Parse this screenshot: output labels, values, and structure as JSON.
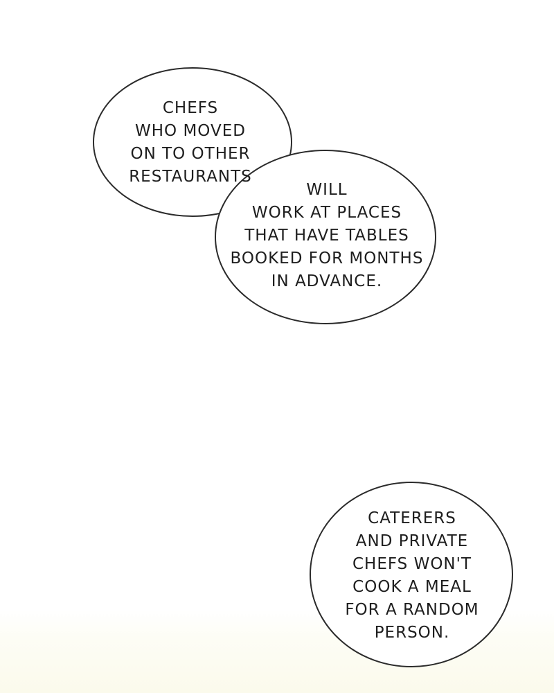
{
  "panel": {
    "background_color": "#ffffff",
    "bubble_fill": "#ffffff",
    "bubble_stroke": "#2b2b2b"
  },
  "bubbles": [
    {
      "lines": [
        "CHEFS",
        "WHO MOVED",
        "ON TO OTHER",
        "RESTAURANTS"
      ]
    },
    {
      "lines": [
        "WILL",
        "WORK AT PLACES",
        "THAT HAVE TABLES",
        "BOOKED FOR MONTHS",
        "IN ADVANCE."
      ]
    },
    {
      "lines": [
        "CATERERS",
        "AND PRIVATE",
        "CHEFS WON'T",
        "COOK A MEAL",
        "FOR A RANDOM",
        "PERSON."
      ]
    }
  ]
}
